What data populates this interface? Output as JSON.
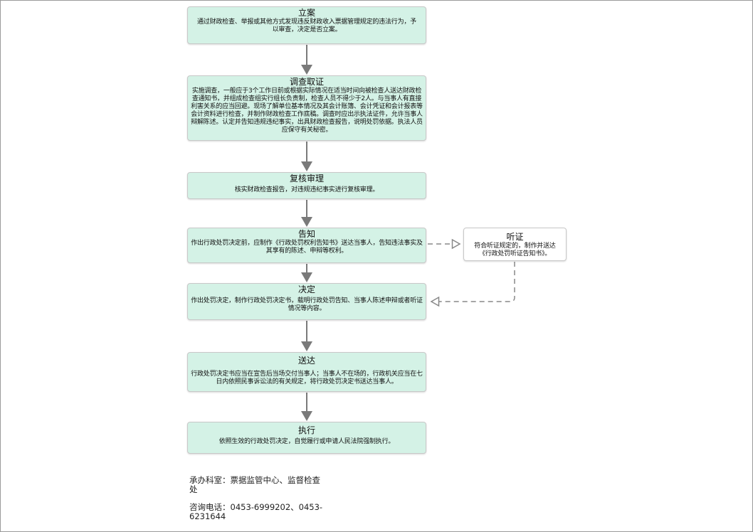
{
  "steps": [
    {
      "title": "立案",
      "desc": "通过财政检查、举报或其他方式发现违反财政收入票据管理规定的违法行为，予以审查，决定是否立案。"
    },
    {
      "title": "调查取证",
      "desc": "实施调查，一般应于3个工作日前或根据实际情况在适当时间向被检查人送达财政检查通知书，并组成检查组实行组长负责制，检查人员不得少于2人。与当事人有直接利害关系的应当回避。现场了解单位基本情况及其会计账簿、会计凭证和会计报表等会计资料进行检查，并制作财政检查工作底稿。调查时应出示执法证件，允许当事人辩解陈述。认定并告知违规违纪事实，出具财政检查报告，说明处罚依据。执法人员应保守有关秘密。"
    },
    {
      "title": "复核审理",
      "desc": "核实财政检查报告，对违规违纪事实进行复核审理。"
    },
    {
      "title": "告知",
      "desc": "作出行政处罚决定前，应制作《行政处罚权利告知书》送达当事人，告知违法事实及其享有的陈述、申辩等权利。"
    },
    {
      "title": "决定",
      "desc": "作出处罚决定，制作行政处罚决定书，载明行政处罚告知、当事人陈述申辩或者听证情况等内容。"
    },
    {
      "title": "送达",
      "desc": "行政处罚决定书应当在宣告后当场交付当事人；当事人不在场的，行政机关应当在七日内依照民事诉讼法的有关规定，将行政处罚决定书送达当事人。"
    },
    {
      "title": "执行",
      "desc": "依照生效的行政处罚决定，自觉履行或申请人民法院强制执行。"
    }
  ],
  "hearing": {
    "title": "听证",
    "desc": "符合听证规定的，制作并送达《行政处罚听证告知书》。"
  },
  "footer": {
    "office": "承办科室：票据监管中心、监督检查处",
    "phone": "咨询电话：0453-6999202、0453-6231644"
  }
}
